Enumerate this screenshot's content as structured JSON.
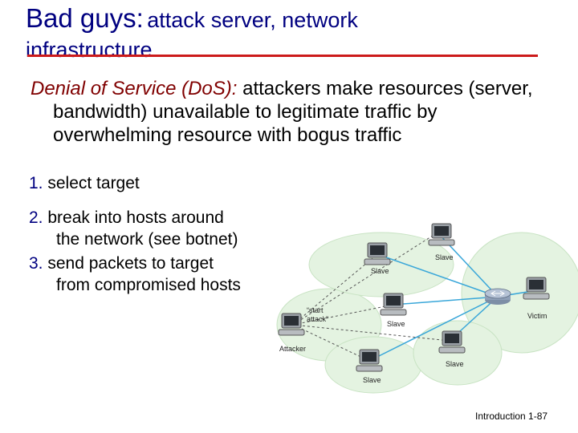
{
  "slide": {
    "title_main": "Bad guys:",
    "title_rest": "attack server, network",
    "title_line2": "infrastructure",
    "dos_term": "Denial of Service (DoS):",
    "dos_text": "attackers make resources (server, bandwidth) unavailable to legitimate traffic by overwhelming resource with bogus traffic",
    "steps": [
      {
        "num": "1.",
        "text": "select target"
      },
      {
        "num": "2.",
        "text": "break into hosts around",
        "cont": "the network (see botnet)"
      },
      {
        "num": "3.",
        "text": "send packets to target",
        "cont": "from compromised hosts"
      }
    ],
    "diagram": {
      "attacker_label": "Attacker",
      "start_label": "“start attack”",
      "slave_label": "Slave",
      "victim_label": "Victim"
    },
    "footer": "Introduction 1-87"
  },
  "colors": {
    "title": "#000080",
    "accent_rule": "#cc1a1a",
    "term": "#800000",
    "attack_line": "#3aa7d9",
    "cloud": "#e4f3e1"
  }
}
